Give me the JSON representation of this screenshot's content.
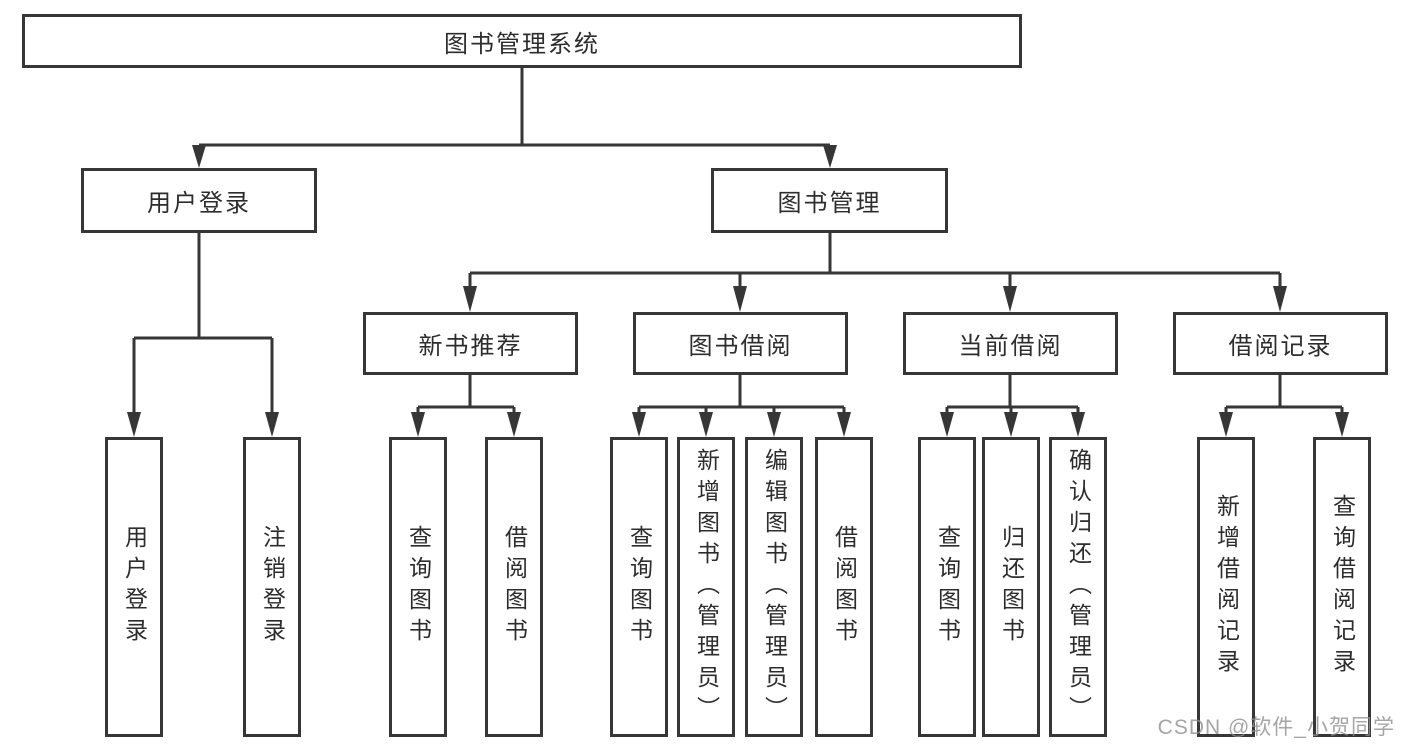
{
  "diagram": {
    "root": {
      "label": "图书管理系统"
    },
    "user_login_branch": {
      "label": "用户登录",
      "children": [
        "用户登录",
        "注销登录"
      ]
    },
    "book_mgmt_branch": {
      "label": "图书管理",
      "sections": [
        {
          "label": "新书推荐",
          "children": [
            "查询图书",
            "借阅图书"
          ]
        },
        {
          "label": "图书借阅",
          "children": [
            "查询图书",
            "新增图书（管理员）",
            "编辑图书（管理员）",
            "借阅图书"
          ]
        },
        {
          "label": "当前借阅",
          "children": [
            "查询图书",
            "归还图书",
            "确认归还（管理员）"
          ]
        },
        {
          "label": "借阅记录",
          "children": [
            "新增借阅记录",
            "查询借阅记录"
          ]
        }
      ]
    }
  },
  "watermark": "CSDN @软件_小贺同学",
  "colors": {
    "line": "#363636",
    "text": "#2d2d2d",
    "watermark": "#8f8f8f",
    "background": "#ffffff"
  }
}
